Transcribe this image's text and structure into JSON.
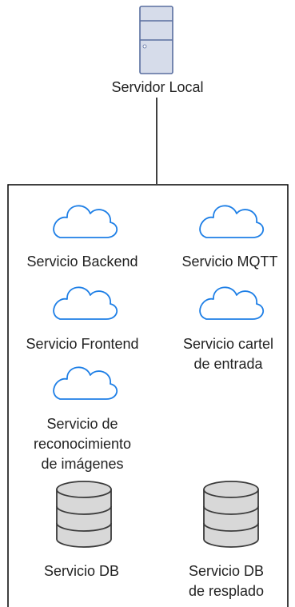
{
  "diagram": {
    "server": {
      "label": "Servidor Local",
      "icon": "server-tower-icon"
    },
    "services": [
      {
        "label": "Servicio Backend",
        "icon": "cloud-icon"
      },
      {
        "label": "Servicio MQTT",
        "icon": "cloud-icon"
      },
      {
        "label": "Servicio Frontend",
        "icon": "cloud-icon"
      },
      {
        "label": "Servicio cartel\nde entrada",
        "icon": "cloud-icon"
      },
      {
        "label": "Servicio de\nreconocimiento\nde imágenes",
        "icon": "cloud-icon"
      }
    ],
    "databases": [
      {
        "label": "Servicio DB",
        "icon": "database-icon"
      },
      {
        "label": "Servicio DB\nde resplado",
        "icon": "database-icon"
      }
    ],
    "colors": {
      "cloud_stroke": "#1E7FE6",
      "server_fill": "#D6DCEA",
      "server_stroke": "#5A6FA0",
      "database_fill": "#D8D8D8",
      "database_stroke": "#3A3A3A",
      "line": "#000000"
    }
  }
}
